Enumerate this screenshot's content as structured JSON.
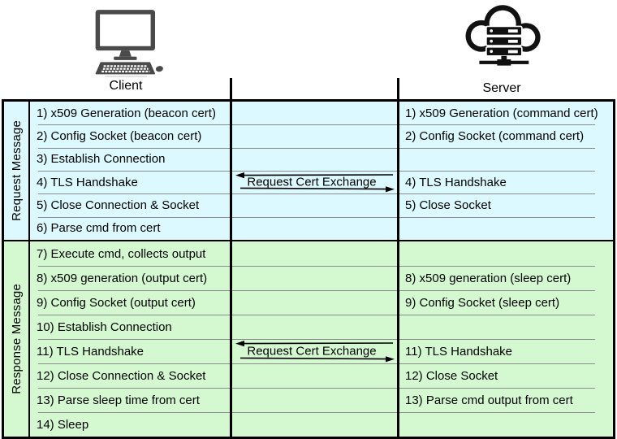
{
  "header": {
    "client_label": "Client",
    "server_label": "Server"
  },
  "icons": {
    "client": "desktop-computer-icon",
    "server": "cloud-server-icon"
  },
  "sections": [
    {
      "label": "Request Message",
      "rows": [
        {
          "client": "1) x509 Generation (beacon cert)",
          "middle": "",
          "server": "1) x509 Generation (command cert)"
        },
        {
          "client": "2) Config Socket (beacon cert)",
          "middle": "",
          "server": "2) Config Socket (command cert)"
        },
        {
          "client": "3) Establish Connection",
          "middle": "",
          "server": ""
        },
        {
          "client": "4) TLS Handshake",
          "middle": "Request Cert Exchange",
          "server": "4) TLS Handshake"
        },
        {
          "client": "5) Close Connection & Socket",
          "middle": "",
          "server": "5) Close Socket"
        },
        {
          "client": "6) Parse cmd from cert",
          "middle": "",
          "server": ""
        }
      ]
    },
    {
      "label": "Response Message",
      "rows": [
        {
          "client": "7) Execute cmd, collects output",
          "middle": "",
          "server": ""
        },
        {
          "client": "8) x509 generation (output cert)",
          "middle": "",
          "server": "8) x509 generation (sleep cert)"
        },
        {
          "client": "9) Config Socket (output cert)",
          "middle": "",
          "server": "9) Config Socket (sleep cert)"
        },
        {
          "client": "10) Establish Connection",
          "middle": "",
          "server": ""
        },
        {
          "client": "11) TLS Handshake",
          "middle": "Request Cert Exchange",
          "server": "11) TLS Handshake"
        },
        {
          "client": "12) Close Connection & Socket",
          "middle": "",
          "server": "12) Close Socket"
        },
        {
          "client": "13) Parse sleep time from cert",
          "middle": "",
          "server": "13) Parse cmd output from cert"
        },
        {
          "client": "14) Sleep",
          "middle": "",
          "server": ""
        }
      ]
    }
  ],
  "colors": {
    "request_bg": "#dbf9fe",
    "response_bg": "#d4f9d1",
    "row_separator": "#8c8c8c",
    "border": "#000000",
    "client_icon_gray": "#4a4a4a",
    "server_icon_black": "#111111"
  }
}
